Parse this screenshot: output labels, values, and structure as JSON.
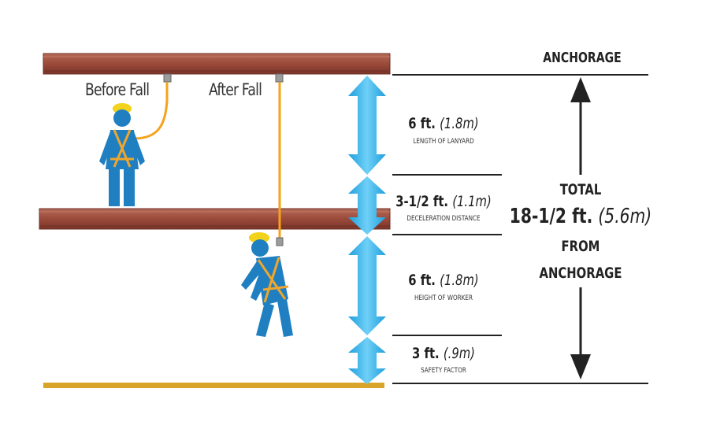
{
  "labels": {
    "before_fall": "Before Fall",
    "after_fall": "After Fall",
    "anchorage": "ANCHORAGE"
  },
  "segments": [
    {
      "value": "6 ft.",
      "metric": "(1.8m)",
      "caption": "LENGTH OF LANYARD"
    },
    {
      "value": "3-1/2 ft.",
      "metric": "(1.1m)",
      "caption": "DECELERATION DISTANCE"
    },
    {
      "value": "6 ft.",
      "metric": "(1.8m)",
      "caption": "HEIGHT OF WORKER"
    },
    {
      "value": "3 ft.",
      "metric": "(.9m)",
      "caption": "SAFETY FACTOR"
    }
  ],
  "total": {
    "line1": "TOTAL",
    "value": "18-1/2 ft.",
    "metric": "(5.6m)",
    "line3": "FROM",
    "line4": "ANCHORAGE"
  },
  "colors": {
    "beam": "#9b4a3a",
    "beam_edge": "#6e2f24",
    "lanyard": "#f7a21b",
    "worker": "#1f7fc1",
    "harness": "#f0a62b",
    "helmet": "#f2d21b",
    "arrow": "#2aaee8",
    "floor": "#d9a42a",
    "rule": "#222222"
  }
}
